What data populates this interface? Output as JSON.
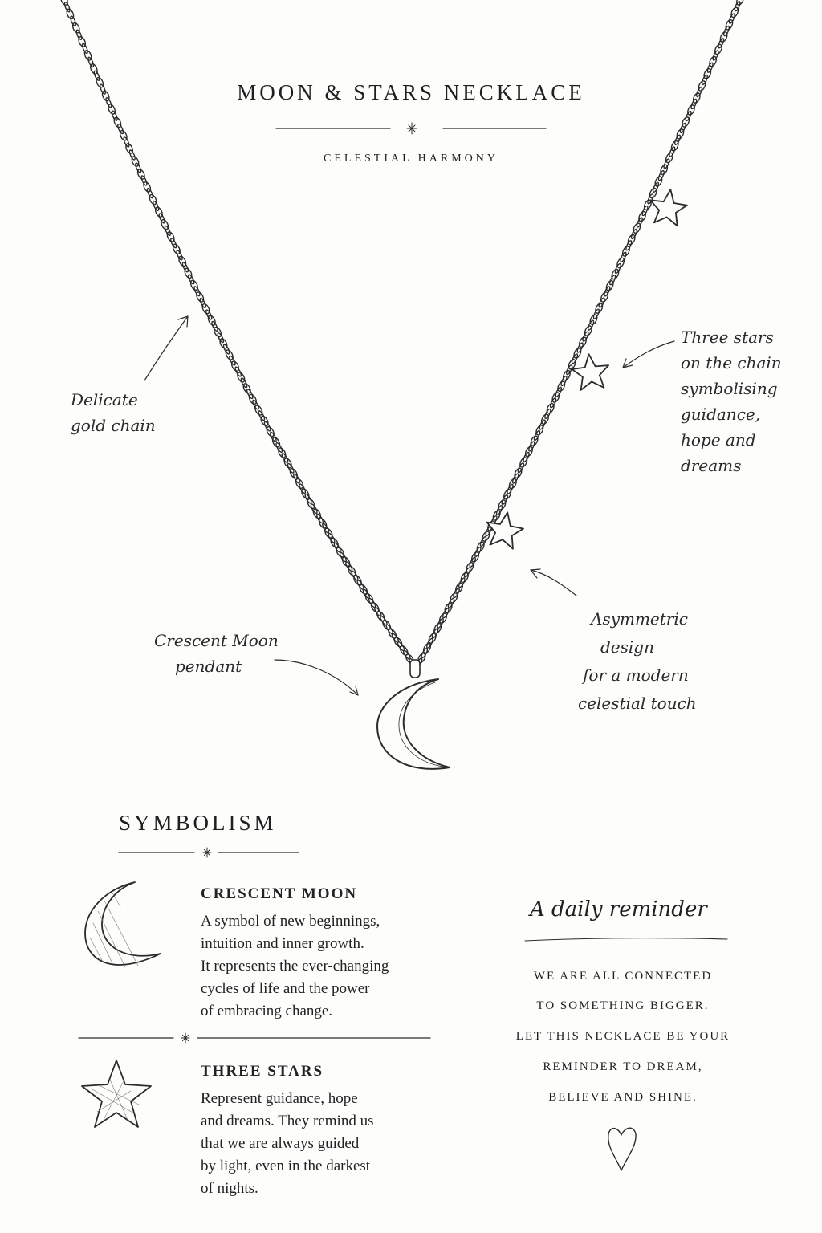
{
  "header": {
    "title": "MOON & STARS NECKLACE",
    "subtitle": "CELESTIAL HARMONY"
  },
  "annotations": {
    "chain": [
      "Delicate",
      "gold chain"
    ],
    "stars": [
      "Three stars",
      "on the chain",
      "symbolising",
      "guidance,",
      "hope and",
      "dreams"
    ],
    "moon": [
      "Crescent Moon",
      "pendant"
    ],
    "design": [
      "Asymmetric",
      "design",
      "for a modern",
      "celestial touch"
    ]
  },
  "symbolism": {
    "title": "SYMBOLISM",
    "moon": {
      "heading": "CRESCENT MOON",
      "lines": [
        "A symbol of new beginnings,",
        "intuition and inner growth.",
        "It represents the ever-changing",
        "cycles of life and the power",
        "of embracing change."
      ]
    },
    "stars": {
      "heading": "THREE STARS",
      "lines": [
        "Represent guidance, hope",
        "and dreams. They remind us",
        "that we are always guided",
        "by light, even in the darkest",
        "of nights."
      ]
    }
  },
  "reminder": {
    "title": "A daily reminder",
    "lines": [
      "WE ARE ALL CONNECTED",
      "TO SOMETHING BIGGER.",
      "LET THIS NECKLACE BE YOUR",
      "REMINDER TO DREAM,",
      "BELIEVE AND SHINE."
    ]
  },
  "icons": {
    "moon": "crescent-moon-icon",
    "star": "star-icon",
    "heart": "heart-icon",
    "sparkle": "sparkle-icon"
  }
}
